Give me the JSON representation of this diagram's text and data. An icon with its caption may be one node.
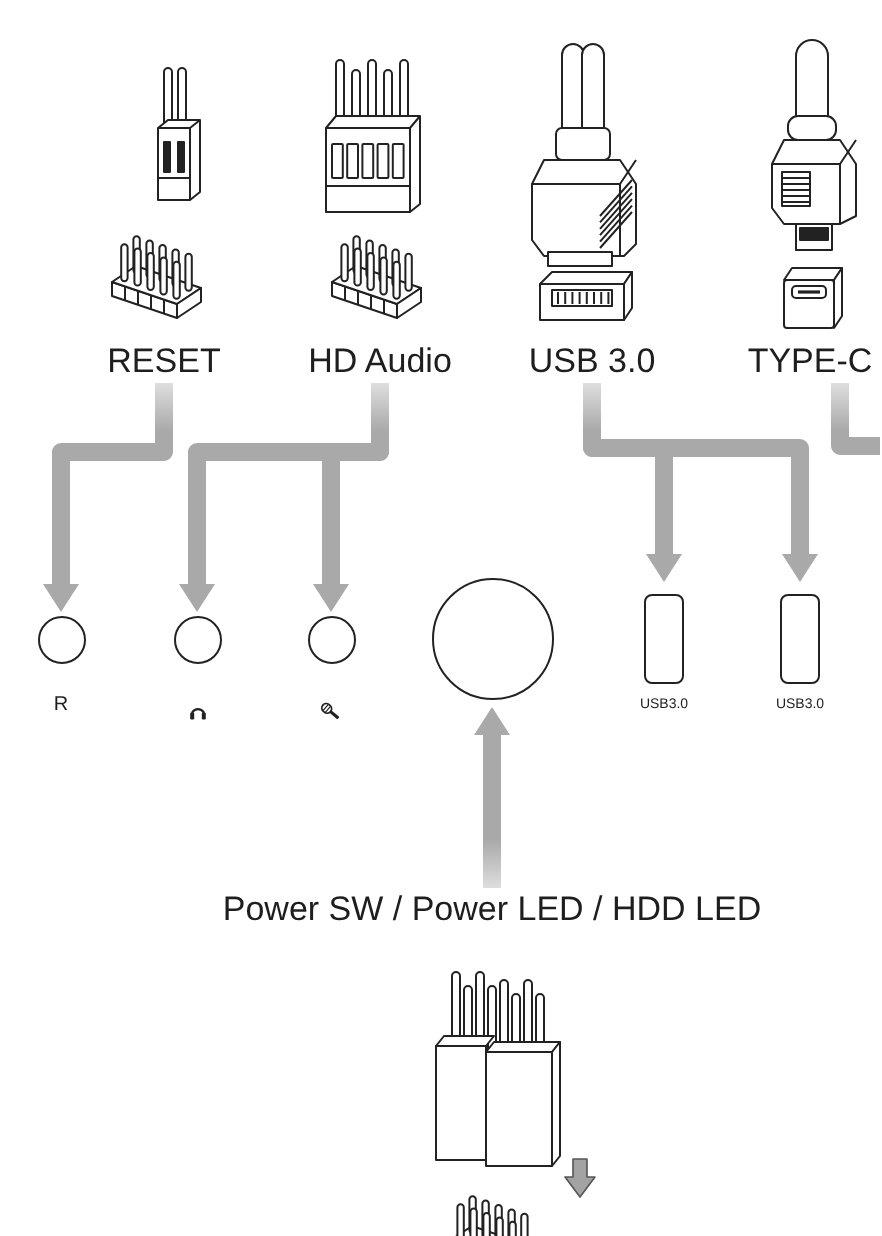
{
  "diagram": {
    "nodes": [
      {
        "text": [
          "RESET"
        ]
      },
      {
        "text": [
          "HD Audio"
        ]
      },
      {
        "text": [
          "USB 3.0"
        ]
      },
      {
        "text": [
          "TYPE-C"
        ]
      },
      {
        "text": [],
        "shape": "circle",
        "beside": [
          "R"
        ]
      },
      {
        "text": [],
        "shape": "circle"
      },
      {
        "text": [],
        "shape": "circle"
      },
      {
        "text": [],
        "shape": "circle"
      },
      {
        "text": [],
        "shape": "box",
        "beside": [
          "USB3.0"
        ]
      },
      {
        "text": [],
        "shape": "box",
        "beside": [
          "USB3.0"
        ]
      },
      {
        "text": [
          "Power SW / Power LED / HDD LED"
        ]
      }
    ],
    "edges": [
      {
        "from": 0,
        "to": 4,
        "arrow": "to"
      },
      {
        "from": 1,
        "to": 5,
        "arrow": "to"
      },
      {
        "from": 1,
        "to": 6,
        "arrow": "to"
      },
      {
        "from": 2,
        "to": 8,
        "arrow": "to"
      },
      {
        "from": 2,
        "to": 9,
        "arrow": "to"
      },
      {
        "from": 3,
        "to": null,
        "arrow": "none"
      },
      {
        "from": 10,
        "to": 7,
        "arrow": "to"
      }
    ]
  }
}
